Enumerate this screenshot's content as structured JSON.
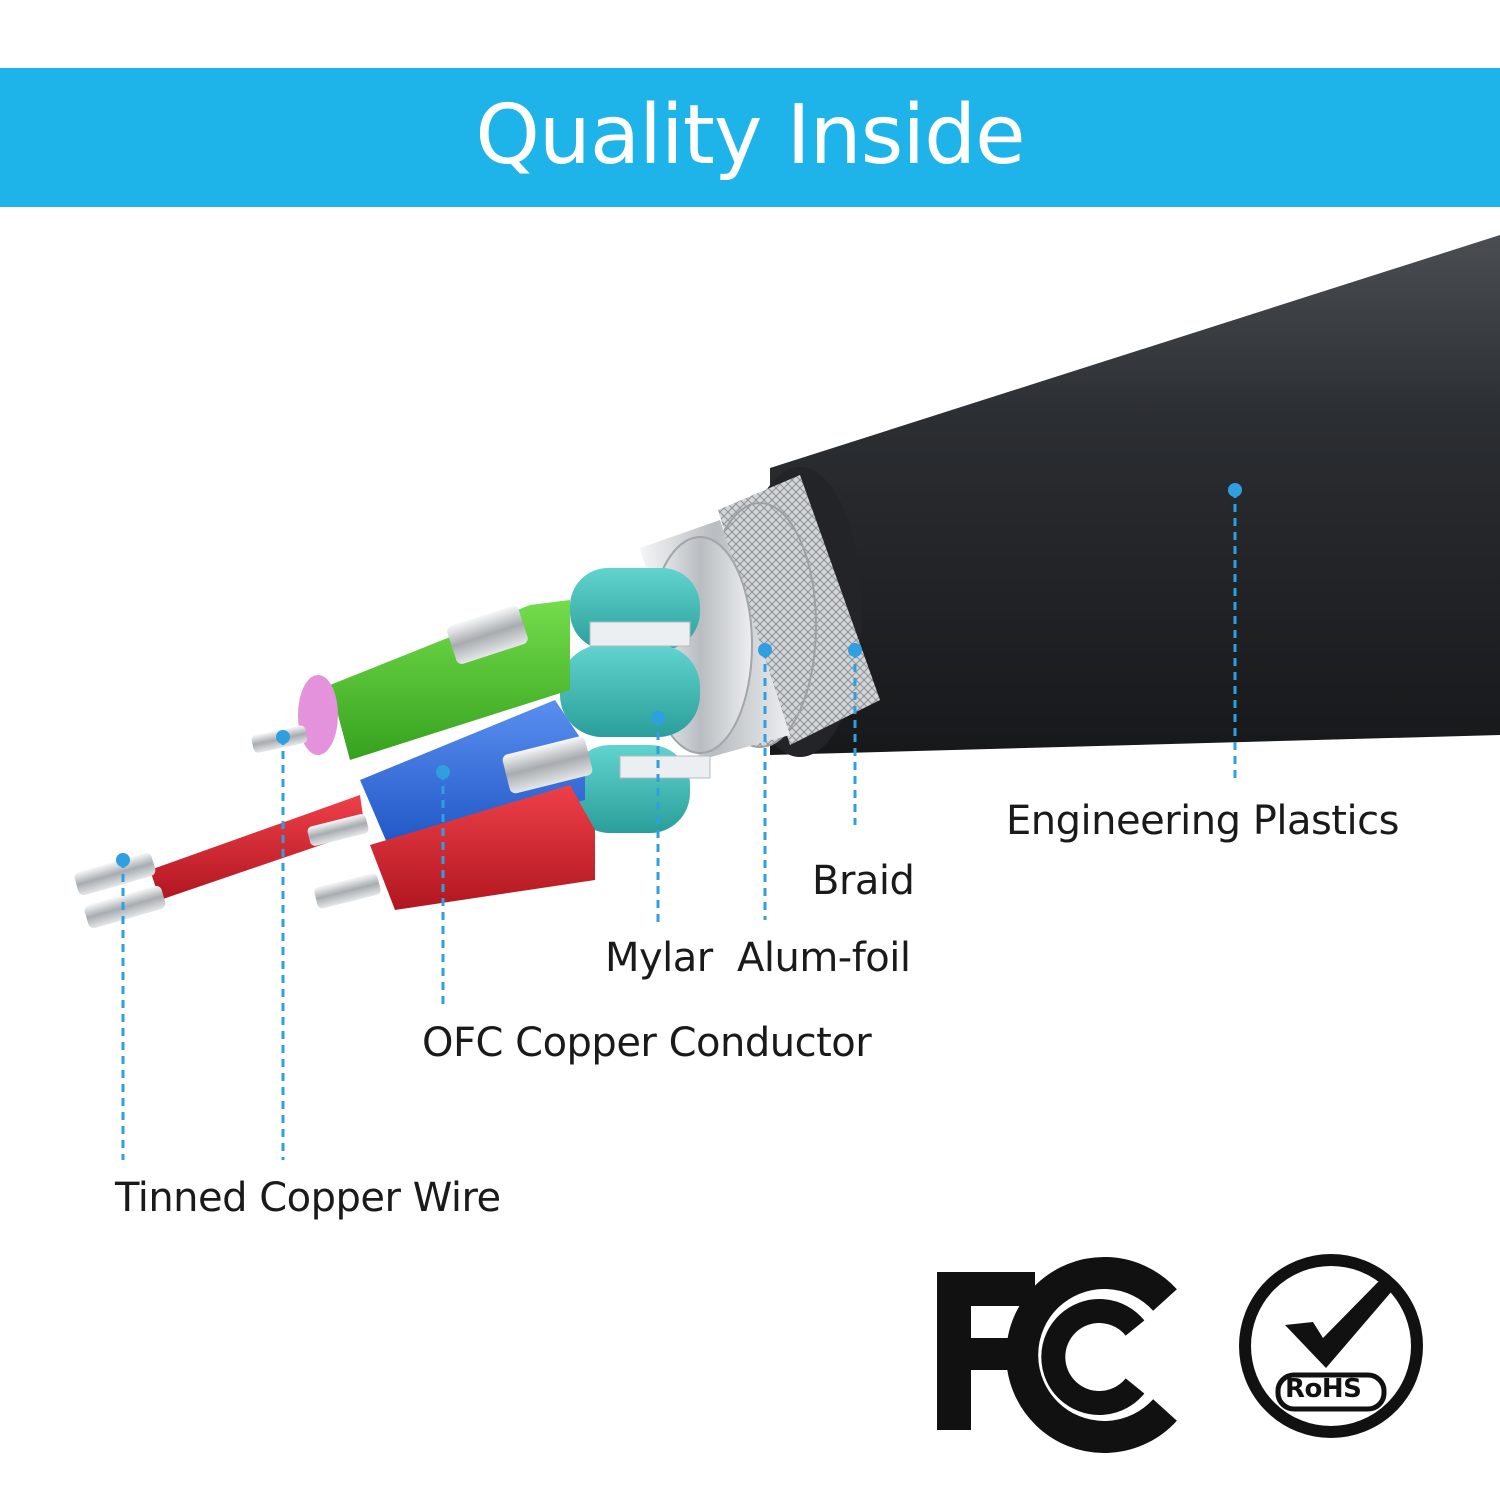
{
  "banner": {
    "title": "Quality Inside",
    "color": "#1eb4ea"
  },
  "labels": {
    "engineering_plastics": "Engineering Plastics",
    "braid": "Braid",
    "mylar": "Mylar",
    "alum_foil": "Alum-foil",
    "ofc_copper_conductor": "OFC Copper Conductor",
    "tinned_copper_wire": "Tinned Copper Wire"
  },
  "logos": {
    "fcc": "FC",
    "rohs": "RoHS"
  },
  "colors": {
    "jacket": "#2a2d31",
    "pointer": "#2f9fe0",
    "teal": "#3fbdb8",
    "green": "#4cc02e",
    "blue": "#2f6fe0",
    "red": "#d6232e",
    "pink": "#e08ad6",
    "metal": "#d9dcdf"
  },
  "icons": [
    "fcc-logo-icon",
    "rohs-check-icon"
  ]
}
